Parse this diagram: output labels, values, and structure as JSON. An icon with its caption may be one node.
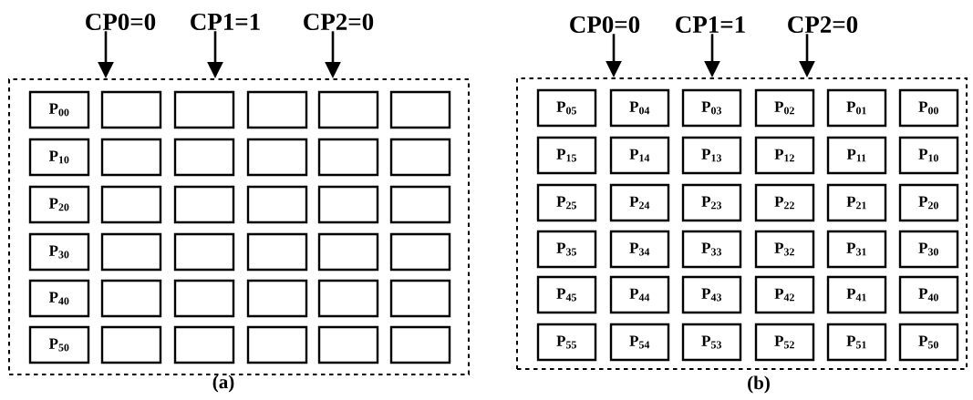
{
  "diagram": {
    "nodes": [
      {
        "text": [
          "CP0=0"
        ]
      },
      {
        "text": [
          "CP1=1"
        ]
      },
      {
        "text": [
          "CP2=0"
        ]
      },
      {
        "text": [],
        "shape": "box",
        "beside": [
          "(a)"
        ]
      },
      {
        "text": [
          "P$_{00}$"
        ],
        "in": 3
      },
      {
        "text": [],
        "shape": "box",
        "in": 3
      },
      {
        "text": [],
        "shape": "box",
        "in": 3
      },
      {
        "text": [],
        "shape": "box",
        "in": 3
      },
      {
        "text": [],
        "shape": "box",
        "in": 3
      },
      {
        "text": [],
        "shape": "box",
        "in": 3
      },
      {
        "text": [
          "P$_{10}$"
        ],
        "in": 3
      },
      {
        "text": [],
        "shape": "box",
        "in": 3
      },
      {
        "text": [],
        "shape": "box",
        "in": 3
      },
      {
        "text": [],
        "shape": "box",
        "in": 3
      },
      {
        "text": [],
        "shape": "box",
        "in": 3
      },
      {
        "text": [],
        "shape": "box",
        "in": 3
      },
      {
        "text": [
          "P$_{20}$"
        ],
        "in": 3
      },
      {
        "text": [],
        "shape": "box",
        "in": 3
      },
      {
        "text": [],
        "shape": "box",
        "in": 3
      },
      {
        "text": [],
        "shape": "box",
        "in": 3
      },
      {
        "text": [],
        "shape": "box",
        "in": 3
      },
      {
        "text": [],
        "shape": "box",
        "in": 3
      },
      {
        "text": [
          "P$_{30}$"
        ],
        "in": 3
      },
      {
        "text": [],
        "shape": "box",
        "in": 3
      },
      {
        "text": [],
        "shape": "box",
        "in": 3
      },
      {
        "text": [],
        "shape": "box",
        "in": 3
      },
      {
        "text": [],
        "shape": "box",
        "in": 3
      },
      {
        "text": [],
        "shape": "box",
        "in": 3
      },
      {
        "text": [
          "P$_{40}$"
        ],
        "in": 3
      },
      {
        "text": [],
        "shape": "box",
        "in": 3
      },
      {
        "text": [],
        "shape": "box",
        "in": 3
      },
      {
        "text": [],
        "shape": "box",
        "in": 3
      },
      {
        "text": [],
        "shape": "box",
        "in": 3
      },
      {
        "text": [],
        "shape": "box",
        "in": 3
      },
      {
        "text": [
          "P$_{50}$"
        ],
        "in": 3
      },
      {
        "text": [],
        "shape": "box",
        "in": 3
      },
      {
        "text": [],
        "shape": "box",
        "in": 3
      },
      {
        "text": [],
        "shape": "box",
        "in": 3
      },
      {
        "text": [],
        "shape": "box",
        "in": 3
      },
      {
        "text": [],
        "shape": "box",
        "in": 3
      },
      {
        "text": [
          "CP0=0"
        ]
      },
      {
        "text": [
          "CP1=1"
        ]
      },
      {
        "text": [
          "CP2=0"
        ]
      },
      {
        "text": [],
        "shape": "box",
        "beside": [
          "(b)"
        ]
      },
      {
        "text": [
          "P$_{05}$"
        ],
        "in": 43
      },
      {
        "text": [
          "P$_{04}$"
        ],
        "in": 43
      },
      {
        "text": [
          "P$_{03}$"
        ],
        "in": 43
      },
      {
        "text": [
          "P$_{02}$"
        ],
        "in": 43
      },
      {
        "text": [
          "P$_{01}$"
        ],
        "in": 43
      },
      {
        "text": [
          "P$_{00}$"
        ],
        "in": 43
      },
      {
        "text": [
          "P$_{15}$"
        ],
        "in": 43
      },
      {
        "text": [
          "P$_{14}$"
        ],
        "in": 43
      },
      {
        "text": [
          "P$_{13}$"
        ],
        "in": 43
      },
      {
        "text": [
          "P$_{12}$"
        ],
        "in": 43
      },
      {
        "text": [
          "P$_{11}$"
        ],
        "in": 43
      },
      {
        "text": [
          "P$_{10}$"
        ],
        "in": 43
      },
      {
        "text": [
          "P$_{25}$"
        ],
        "in": 43
      },
      {
        "text": [
          "P$_{24}$"
        ],
        "in": 43
      },
      {
        "text": [
          "P$_{23}$"
        ],
        "in": 43
      },
      {
        "text": [
          "P$_{22}$"
        ],
        "in": 43
      },
      {
        "text": [
          "P$_{21}$"
        ],
        "in": 43
      },
      {
        "text": [
          "P$_{20}$"
        ],
        "in": 43
      },
      {
        "text": [
          "P$_{35}$"
        ],
        "in": 43
      },
      {
        "text": [
          "P$_{34}$"
        ],
        "in": 43
      },
      {
        "text": [
          "P$_{33}$"
        ],
        "in": 43
      },
      {
        "text": [
          "P$_{32}$"
        ],
        "in": 43
      },
      {
        "text": [
          "P$_{31}$"
        ],
        "in": 43
      },
      {
        "text": [
          "P$_{30}$"
        ],
        "in": 43
      },
      {
        "text": [
          "P$_{45}$"
        ],
        "in": 43
      },
      {
        "text": [
          "P$_{44}$"
        ],
        "in": 43
      },
      {
        "text": [
          "P$_{43}$"
        ],
        "in": 43
      },
      {
        "text": [
          "P$_{42}$"
        ],
        "in": 43
      },
      {
        "text": [
          "P$_{41}$"
        ],
        "in": 43
      },
      {
        "text": [
          "P$_{40}$"
        ],
        "in": 43
      },
      {
        "text": [
          "P$_{55}$"
        ],
        "in": 43
      },
      {
        "text": [
          "P$_{54}$"
        ],
        "in": 43
      },
      {
        "text": [
          "P$_{53}$"
        ],
        "in": 43
      },
      {
        "text": [
          "P$_{52}$"
        ],
        "in": 43
      },
      {
        "text": [
          "P$_{51}$"
        ],
        "in": 43
      },
      {
        "text": [
          "P$_{50}$"
        ],
        "in": 43
      }
    ],
    "edges": [
      {
        "from": 0,
        "to": 3,
        "arrow": "to"
      },
      {
        "from": 1,
        "to": 3,
        "arrow": "to"
      },
      {
        "from": 2,
        "to": 3,
        "arrow": "to"
      },
      {
        "from": 40,
        "to": 43,
        "arrow": "to"
      },
      {
        "from": 41,
        "to": 43,
        "arrow": "to"
      },
      {
        "from": 42,
        "to": 43,
        "arrow": "to"
      }
    ]
  }
}
